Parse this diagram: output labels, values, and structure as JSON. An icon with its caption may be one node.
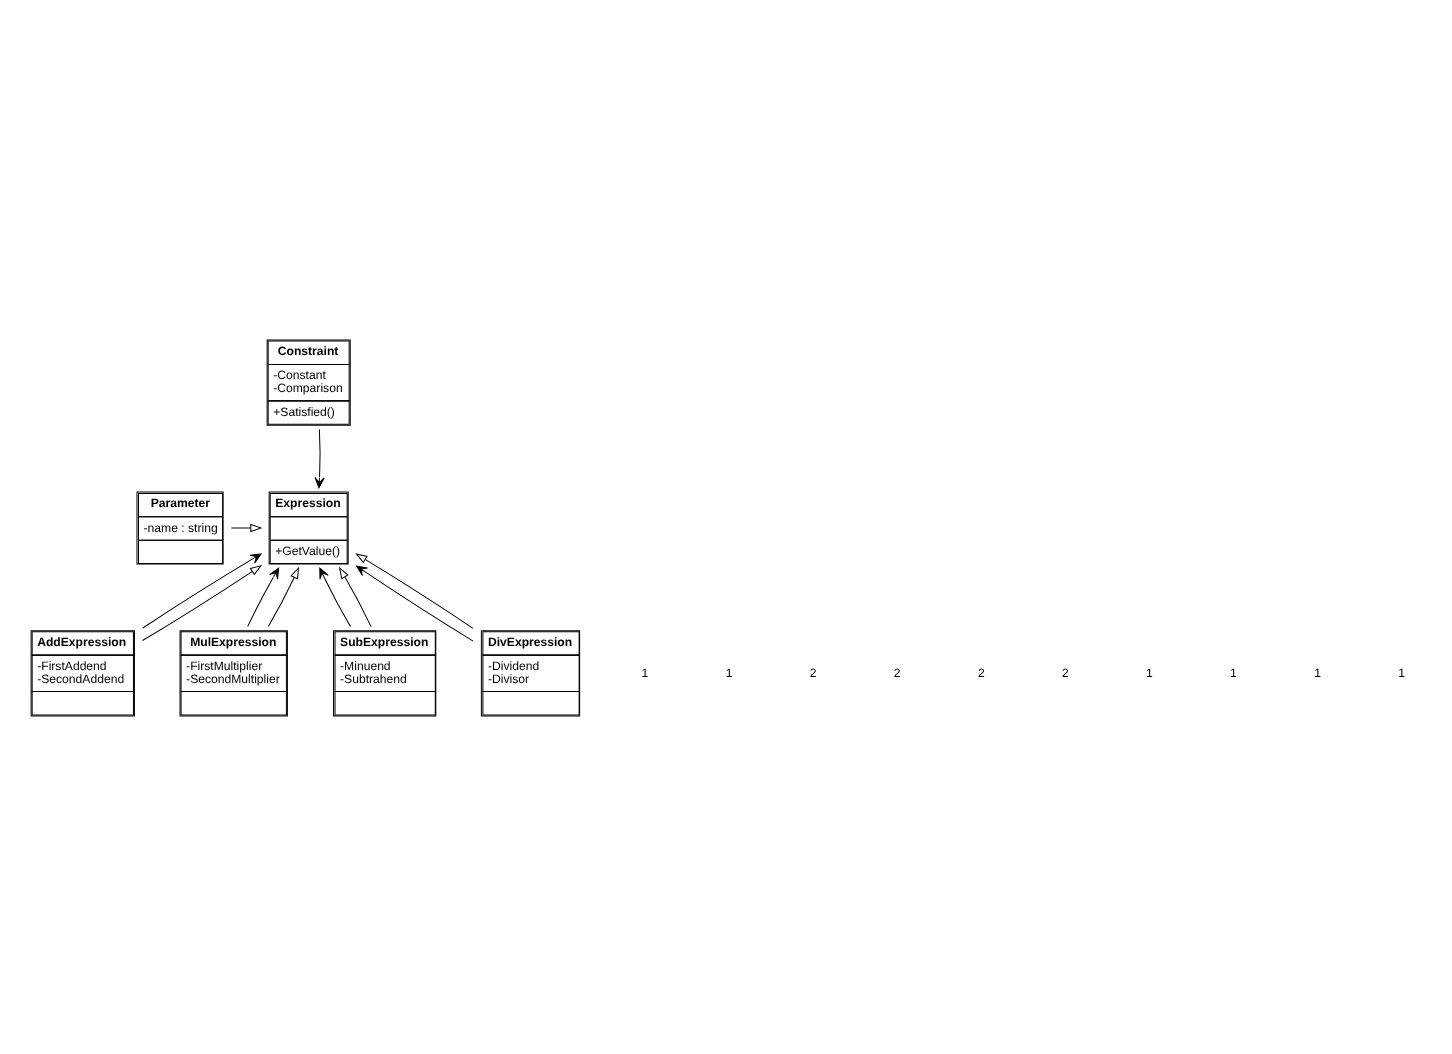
{
  "diagram": {
    "nodes": [
      {
        "text": [
          "Constraint",
          "-Constant",
          "-Comparison",
          "+Satisfied()"
        ]
      },
      {
        "text": [
          "Parameter",
          "-name : string"
        ]
      },
      {
        "text": [
          "Expression",
          "+GetValue()"
        ]
      },
      {
        "text": [
          "AddExpression",
          "-FirstAddend",
          "-SecondAddend"
        ]
      },
      {
        "text": [
          "MulExpression",
          "-FirstMultiplier",
          "-SecondMultiplier"
        ]
      },
      {
        "text": [
          "SubExpression",
          "-Minuend",
          "-Subtrahend"
        ]
      },
      {
        "text": [
          "DivExpression",
          "-Dividend",
          "-Divisor"
        ]
      }
    ],
    "edges": [
      {
        "from": 0,
        "to": 2,
        "arrow": "to"
      },
      {
        "from": 1,
        "to": 2,
        "arrow": "to"
      },
      {
        "from": 3,
        "to": 2,
        "arrow": "to"
      },
      {
        "from": 4,
        "to": 2,
        "arrow": "to"
      },
      {
        "from": 5,
        "to": 2,
        "arrow": "to"
      },
      {
        "from": 6,
        "to": 2,
        "arrow": "to"
      },
      {
        "from": 3,
        "to": 2,
        "arrow": "to"
      },
      {
        "from": 4,
        "to": 2,
        "arrow": "to"
      },
      {
        "from": 5,
        "to": 2,
        "arrow": "to"
      },
      {
        "from": 6,
        "to": 2,
        "arrow": "to"
      }
    ],
    "labels": [
      "1",
      "1",
      "2",
      "2",
      "2",
      "2",
      "1",
      "1",
      "1",
      "1"
    ]
  }
}
